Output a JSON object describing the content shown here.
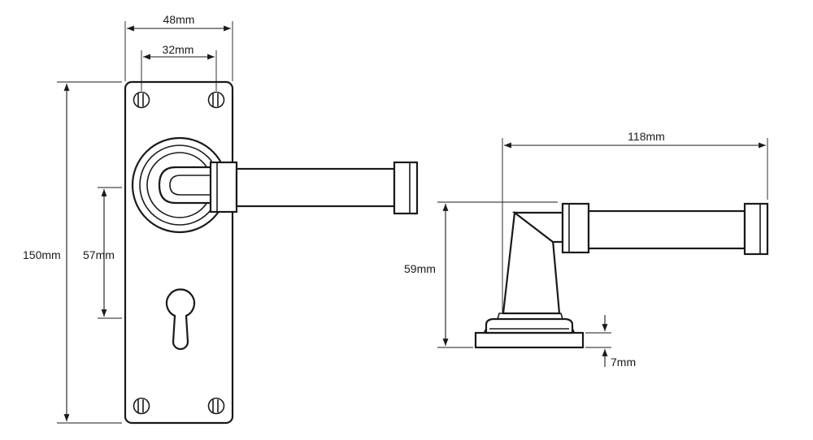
{
  "dimensions": {
    "plate_width": "48mm",
    "screw_spacing": "32mm",
    "plate_height": "150mm",
    "keyhole_offset": "57mm",
    "lever_projection": "118mm",
    "lever_height": "59mm",
    "rose_thickness": "7mm"
  },
  "colors": {
    "ink": "#1a1a1a",
    "background": "#ffffff"
  }
}
